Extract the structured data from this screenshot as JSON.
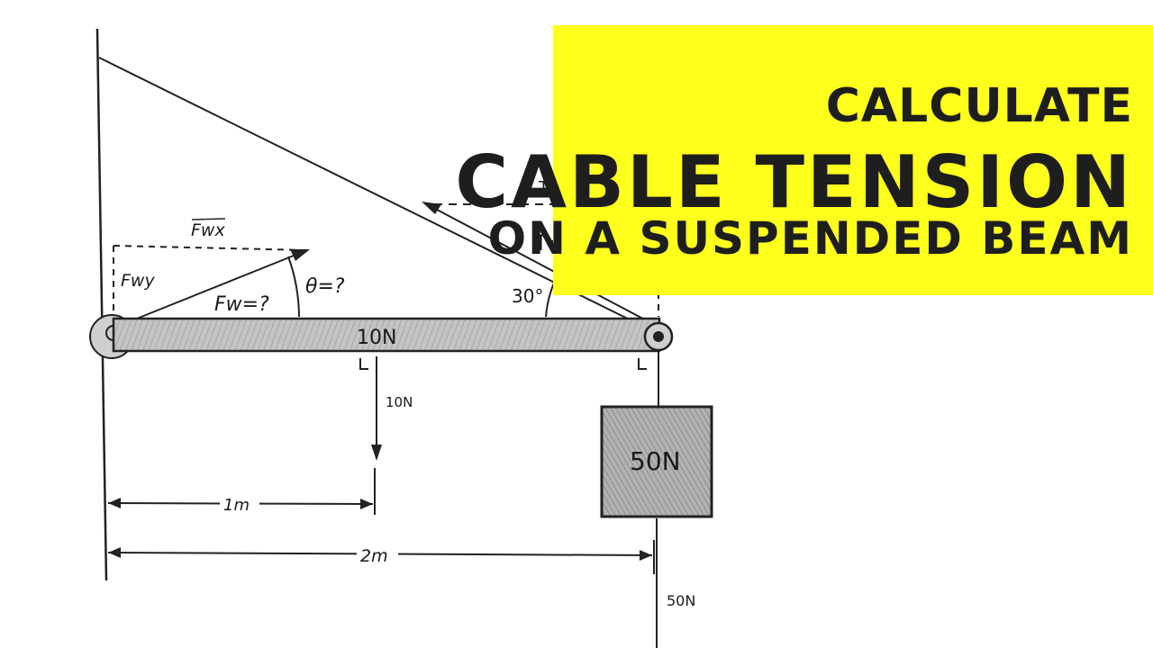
{
  "diagram": {
    "cable_x_label": "Tx",
    "tension_label": "T=",
    "cable_angle_label": "30°",
    "wall_force_x_label": "Fwx",
    "wall_force_y_label": "Fwy",
    "wall_force_label": "Fw=?",
    "wall_angle_label": "θ=?",
    "beam_weight_label": "10N",
    "beam_force_label": "10N",
    "block_weight_label": "50N",
    "block_force_label": "50N",
    "dim_1_label": "1m",
    "dim_2_label": "2m"
  },
  "banner": {
    "line1": "CALCULATE",
    "line2": "CABLE TENSION",
    "line3": "ON A SUSPENDED BEAM"
  },
  "colors": {
    "banner_bg": "#ffff1e",
    "ink": "#1e1e1e",
    "beam_fill": "#bdbdbd",
    "block_fill": "#a8a8a8"
  }
}
